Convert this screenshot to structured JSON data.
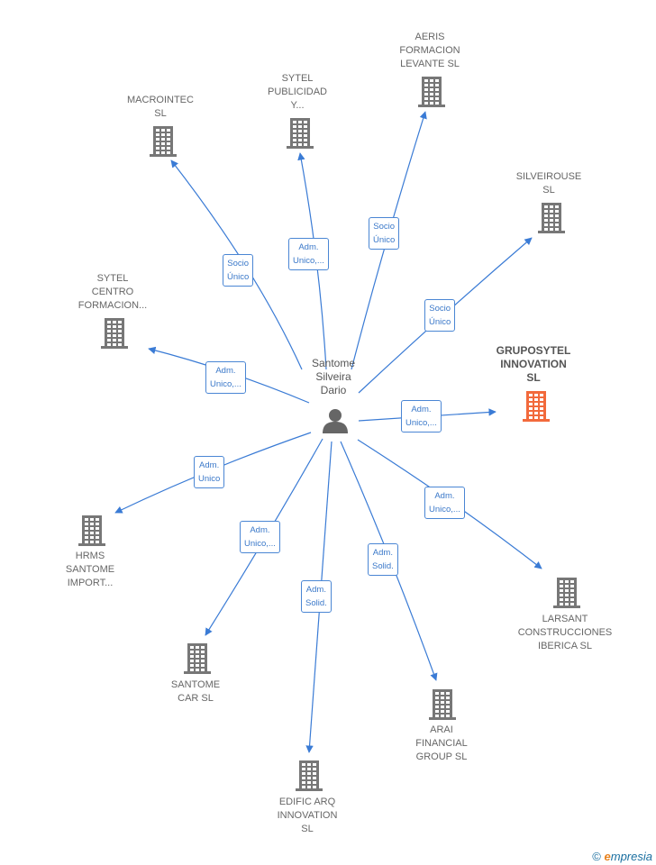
{
  "colors": {
    "edge": "#3a7bd5",
    "building": "#777777",
    "highlight": "#f26a3c",
    "person": "#666666"
  },
  "center": {
    "name_lines": [
      "Santome",
      "Silveira",
      "Dario"
    ],
    "icon": "person-icon"
  },
  "companies": [
    {
      "id": "macrointec",
      "lines": [
        "MACROINTEC",
        "SL"
      ],
      "highlight": false
    },
    {
      "id": "sytel-publicidad",
      "lines": [
        "SYTEL",
        "PUBLICIDAD",
        "Y..."
      ],
      "highlight": false
    },
    {
      "id": "aeris",
      "lines": [
        "AERIS",
        "FORMACION",
        "LEVANTE  SL"
      ],
      "highlight": false
    },
    {
      "id": "silveirouse",
      "lines": [
        "SILVEIROUSE",
        "SL"
      ],
      "highlight": false
    },
    {
      "id": "sytel-centro",
      "lines": [
        "SYTEL",
        "CENTRO",
        "FORMACION..."
      ],
      "highlight": false
    },
    {
      "id": "grupo-sytel",
      "lines": [
        "GRUPOSYTEL",
        "INNOVATION",
        "SL"
      ],
      "highlight": true
    },
    {
      "id": "hrms",
      "lines": [
        "HRMS",
        "SANTOME",
        "IMPORT..."
      ],
      "highlight": false
    },
    {
      "id": "larsant",
      "lines": [
        "LARSANT",
        "CONSTRUCCIONES",
        "IBERICA  SL"
      ],
      "highlight": false
    },
    {
      "id": "santome-car",
      "lines": [
        "SANTOME",
        "CAR  SL"
      ],
      "highlight": false
    },
    {
      "id": "arai",
      "lines": [
        "ARAI",
        "FINANCIAL",
        "GROUP  SL"
      ],
      "highlight": false
    },
    {
      "id": "edific",
      "lines": [
        "EDIFIC ARQ",
        "INNOVATION",
        "SL"
      ],
      "highlight": false
    }
  ],
  "edges": [
    {
      "to": "macrointec",
      "lines": [
        "Socio",
        "Único"
      ]
    },
    {
      "to": "sytel-publicidad",
      "lines": [
        "Adm.",
        "Unico,..."
      ]
    },
    {
      "to": "aeris",
      "lines": [
        "Socio",
        "Único"
      ]
    },
    {
      "to": "silveirouse",
      "lines": [
        "Socio",
        "Único"
      ]
    },
    {
      "to": "sytel-centro",
      "lines": [
        "Adm.",
        "Unico,..."
      ]
    },
    {
      "to": "grupo-sytel",
      "lines": [
        "Adm.",
        "Unico,..."
      ]
    },
    {
      "to": "hrms",
      "lines": [
        "Adm.",
        "Unico"
      ]
    },
    {
      "to": "larsant",
      "lines": [
        "Adm.",
        "Unico,..."
      ]
    },
    {
      "to": "santome-car",
      "lines": [
        "Adm.",
        "Unico,..."
      ]
    },
    {
      "to": "arai",
      "lines": [
        "Adm.",
        "Solid."
      ]
    },
    {
      "to": "edific",
      "lines": [
        "Adm.",
        "Solid."
      ]
    }
  ],
  "footer": {
    "copyright": "©",
    "brand_initial": "e",
    "brand_rest": "mpresia"
  }
}
